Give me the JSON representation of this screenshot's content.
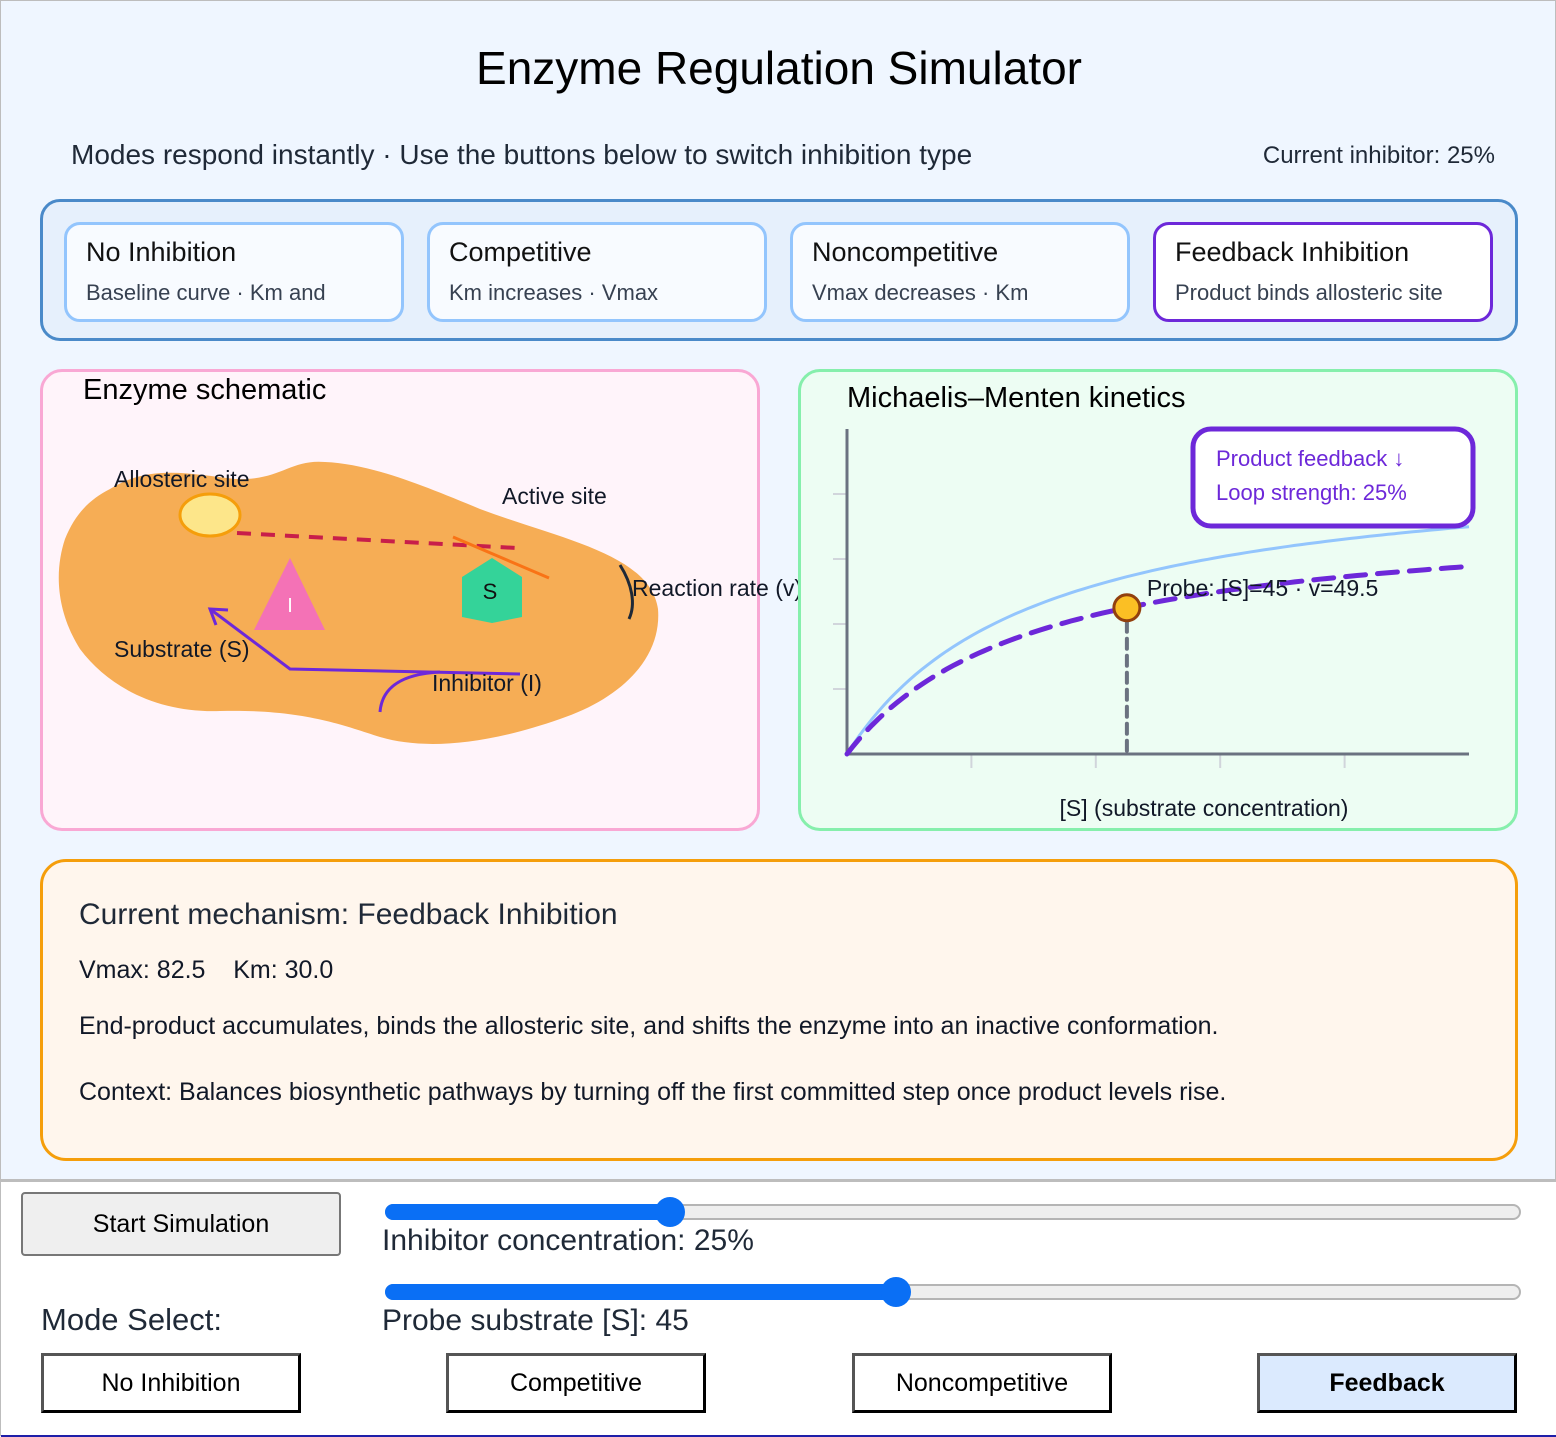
{
  "header": {
    "title": "Enzyme Regulation Simulator",
    "subtitle": "Modes respond instantly · Use the buttons below to switch inhibition type",
    "current_inhibitor": "Current inhibitor: 25%"
  },
  "mode_cards": [
    {
      "title": "No Inhibition",
      "desc": "Baseline curve · Km and",
      "active": false
    },
    {
      "title": "Competitive",
      "desc": "Km increases · Vmax",
      "active": false
    },
    {
      "title": "Noncompetitive",
      "desc": "Vmax decreases · Km",
      "active": false
    },
    {
      "title": "Feedback Inhibition",
      "desc": "Product binds allosteric site",
      "active": true
    }
  ],
  "schematic": {
    "title": "Enzyme schematic",
    "labels": {
      "allosteric_site": "Allosteric site",
      "active_site": "Active site",
      "substrate": "Substrate (S)",
      "inhibitor": "Inhibitor (I)",
      "reaction_rate": "Reaction rate (v)",
      "inhibitor_glyph": "I",
      "substrate_glyph": "S"
    },
    "colors": {
      "enzyme": "#f6ad55",
      "allosteric_fill": "#fde68a",
      "allosteric_stroke": "#f59e0b",
      "inhibitor": "#f472b6",
      "substrate": "#34d399",
      "feedback_link": "#c81e4a",
      "active_site_line": "#f97316",
      "arrow": "#6d28d9"
    }
  },
  "kinetics": {
    "title": "Michaelis–Menten kinetics",
    "annotation_line1": "Product feedback ↓",
    "annotation_line2": "Loop strength: 25%",
    "probe_label": "Probe: [S]=45 · v=49.5"
  },
  "chart_data": {
    "type": "line",
    "title": "Michaelis–Menten kinetics",
    "xlabel": "[S] (substrate concentration)",
    "ylabel": "Reaction rate (v)",
    "xlim": [
      0,
      100
    ],
    "ylim": [
      0,
      110
    ],
    "x_ticks": [
      20,
      40,
      60,
      80
    ],
    "y_ticks": [
      22,
      44,
      66,
      88
    ],
    "tick_labels_shown": false,
    "series": [
      {
        "name": "Baseline",
        "vmax": 100,
        "km": 30,
        "style": "solid",
        "color": "#93c5fd"
      },
      {
        "name": "Feedback Inhibition",
        "vmax": 82.5,
        "km": 30,
        "style": "dashed",
        "color": "#6d28d9"
      }
    ],
    "probe": {
      "s": 45,
      "v": 49.5,
      "color": "#fbbf24",
      "stroke": "#92400e"
    },
    "legend": "none"
  },
  "info": {
    "mechanism": "Current mechanism: Feedback Inhibition",
    "params": "Vmax: 82.5    Km: 30.0",
    "description": "End-product accumulates, binds the allosteric site, and shifts the enzyme into an inactive conformation.",
    "context": "Context: Balances biosynthetic pathways by turning off the first committed step once product levels rise."
  },
  "controls": {
    "start_button": "Start Simulation",
    "inhibitor_slider": {
      "label": "Inhibitor concentration: 25%",
      "value": 25,
      "min": 0,
      "max": 100
    },
    "substrate_slider": {
      "label": "Probe substrate [S]: 45",
      "value": 45,
      "min": 0,
      "max": 100
    },
    "mode_select_label": "Mode Select:",
    "mode_buttons": [
      {
        "label": "No Inhibition",
        "active": false
      },
      {
        "label": "Competitive",
        "active": false
      },
      {
        "label": "Noncompetitive",
        "active": false
      },
      {
        "label": "Feedback",
        "active": true
      }
    ]
  }
}
